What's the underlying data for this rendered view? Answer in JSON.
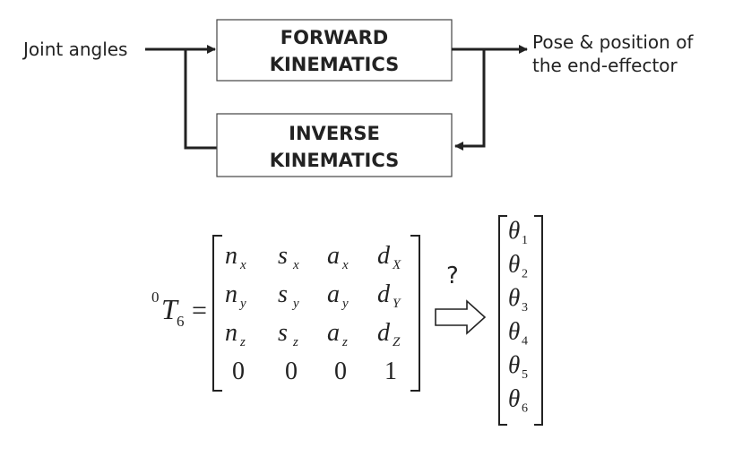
{
  "diagram": {
    "input_label": "Joint angles",
    "output_label_line1": "Pose & position of",
    "output_label_line2": "the end-effector",
    "forward_box": {
      "line1": "FORWARD",
      "line2": "KINEMATICS"
    },
    "inverse_box": {
      "line1": "INVERSE",
      "line2": "KINEMATICS"
    }
  },
  "equation": {
    "lhs_superscript": "0",
    "lhs_symbol": "T",
    "lhs_subscript": "6",
    "equals": "=",
    "question_mark": "?",
    "matrix": {
      "rows": [
        [
          {
            "base": "n",
            "sub": "x"
          },
          {
            "base": "s",
            "sub": "x"
          },
          {
            "base": "a",
            "sub": "x"
          },
          {
            "base": "d",
            "sub": "X"
          }
        ],
        [
          {
            "base": "n",
            "sub": "y"
          },
          {
            "base": "s",
            "sub": "y"
          },
          {
            "base": "a",
            "sub": "y"
          },
          {
            "base": "d",
            "sub": "Y"
          }
        ],
        [
          {
            "base": "n",
            "sub": "z"
          },
          {
            "base": "s",
            "sub": "z"
          },
          {
            "base": "a",
            "sub": "z"
          },
          {
            "base": "d",
            "sub": "Z"
          }
        ],
        [
          {
            "base": "0",
            "sub": ""
          },
          {
            "base": "0",
            "sub": ""
          },
          {
            "base": "0",
            "sub": ""
          },
          {
            "base": "1",
            "sub": ""
          }
        ]
      ]
    },
    "joint_vector": [
      {
        "base": "θ",
        "sub": "1"
      },
      {
        "base": "θ",
        "sub": "2"
      },
      {
        "base": "θ",
        "sub": "3"
      },
      {
        "base": "θ",
        "sub": "4"
      },
      {
        "base": "θ",
        "sub": "5"
      },
      {
        "base": "θ",
        "sub": "6"
      }
    ]
  },
  "colors": {
    "line": "#222222",
    "text": "#222222",
    "box_fill": "#ffffff"
  }
}
